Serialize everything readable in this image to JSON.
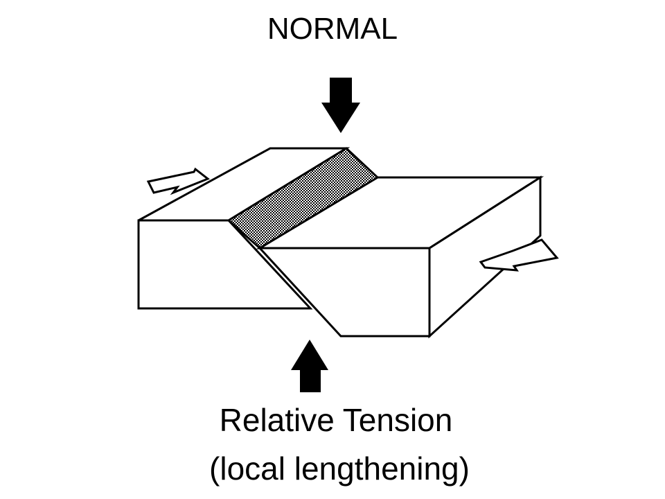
{
  "title": "NORMAL",
  "caption": {
    "line1": "Relative Tension",
    "line2": "(local lengthening)"
  },
  "colors": {
    "stroke": "#000000",
    "background": "#ffffff",
    "fault_plane_fill": "#555555"
  },
  "icons": {
    "top_arrow": "arrow-down-icon",
    "bottom_arrow": "arrow-up-icon",
    "left_motion_arrow": "hollow-arrow-left-icon",
    "right_motion_arrow": "hollow-arrow-right-icon"
  }
}
